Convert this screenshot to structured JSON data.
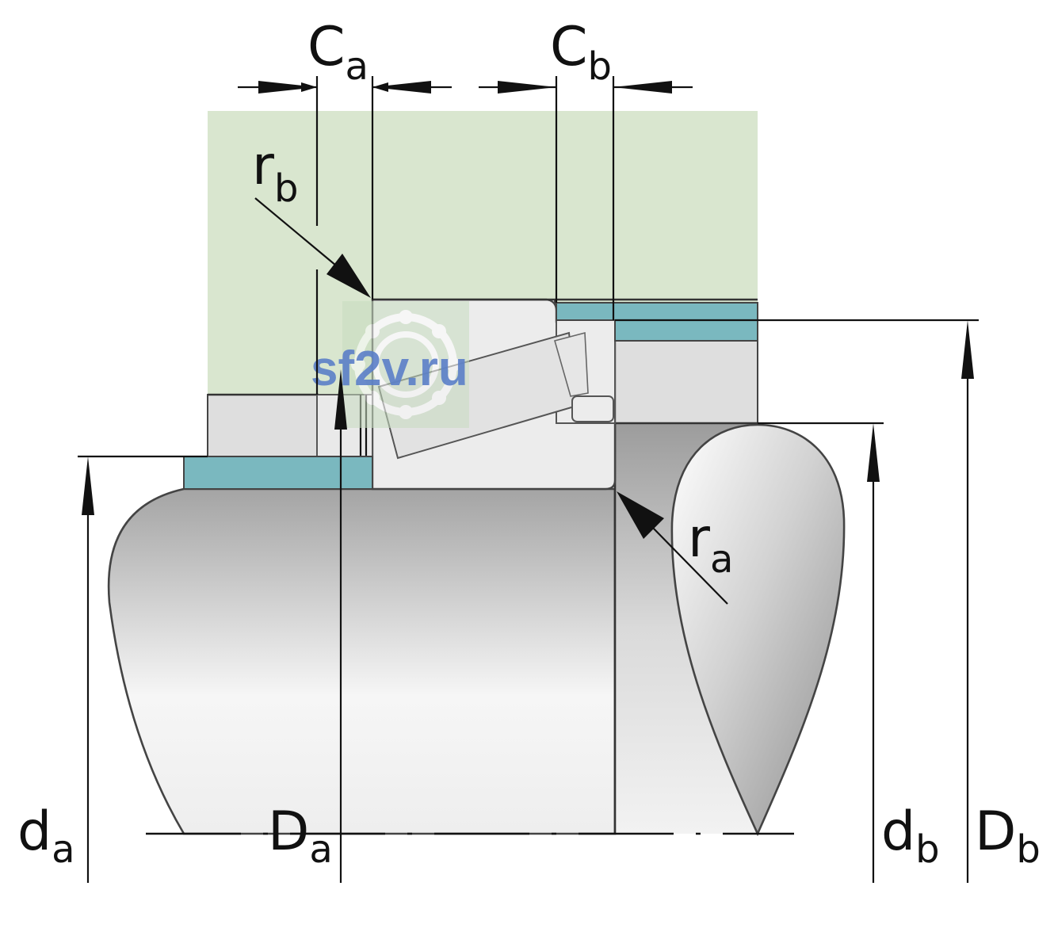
{
  "diagram": {
    "colors": {
      "housing": "#d9e6cf",
      "sleeve": "#7ab8bf",
      "bearing": "#ececec",
      "shaft_light": "#f4f4f4",
      "shaft_dark": "#a8a8a8",
      "watermark": "#5b7fc8"
    },
    "labels": {
      "Ca": {
        "main": "C",
        "sub": "a"
      },
      "Cb": {
        "main": "C",
        "sub": "b"
      },
      "rb": {
        "main": "r",
        "sub": "b"
      },
      "ra": {
        "main": "r",
        "sub": "a"
      },
      "da": {
        "main": "d",
        "sub": "a"
      },
      "Da": {
        "main": "D",
        "sub": "a"
      },
      "db": {
        "main": "d",
        "sub": "b"
      },
      "Db": {
        "main": "D",
        "sub": "b"
      }
    },
    "watermark": "sf2v.ru",
    "watermark_icon": "bearing-logo-icon"
  }
}
